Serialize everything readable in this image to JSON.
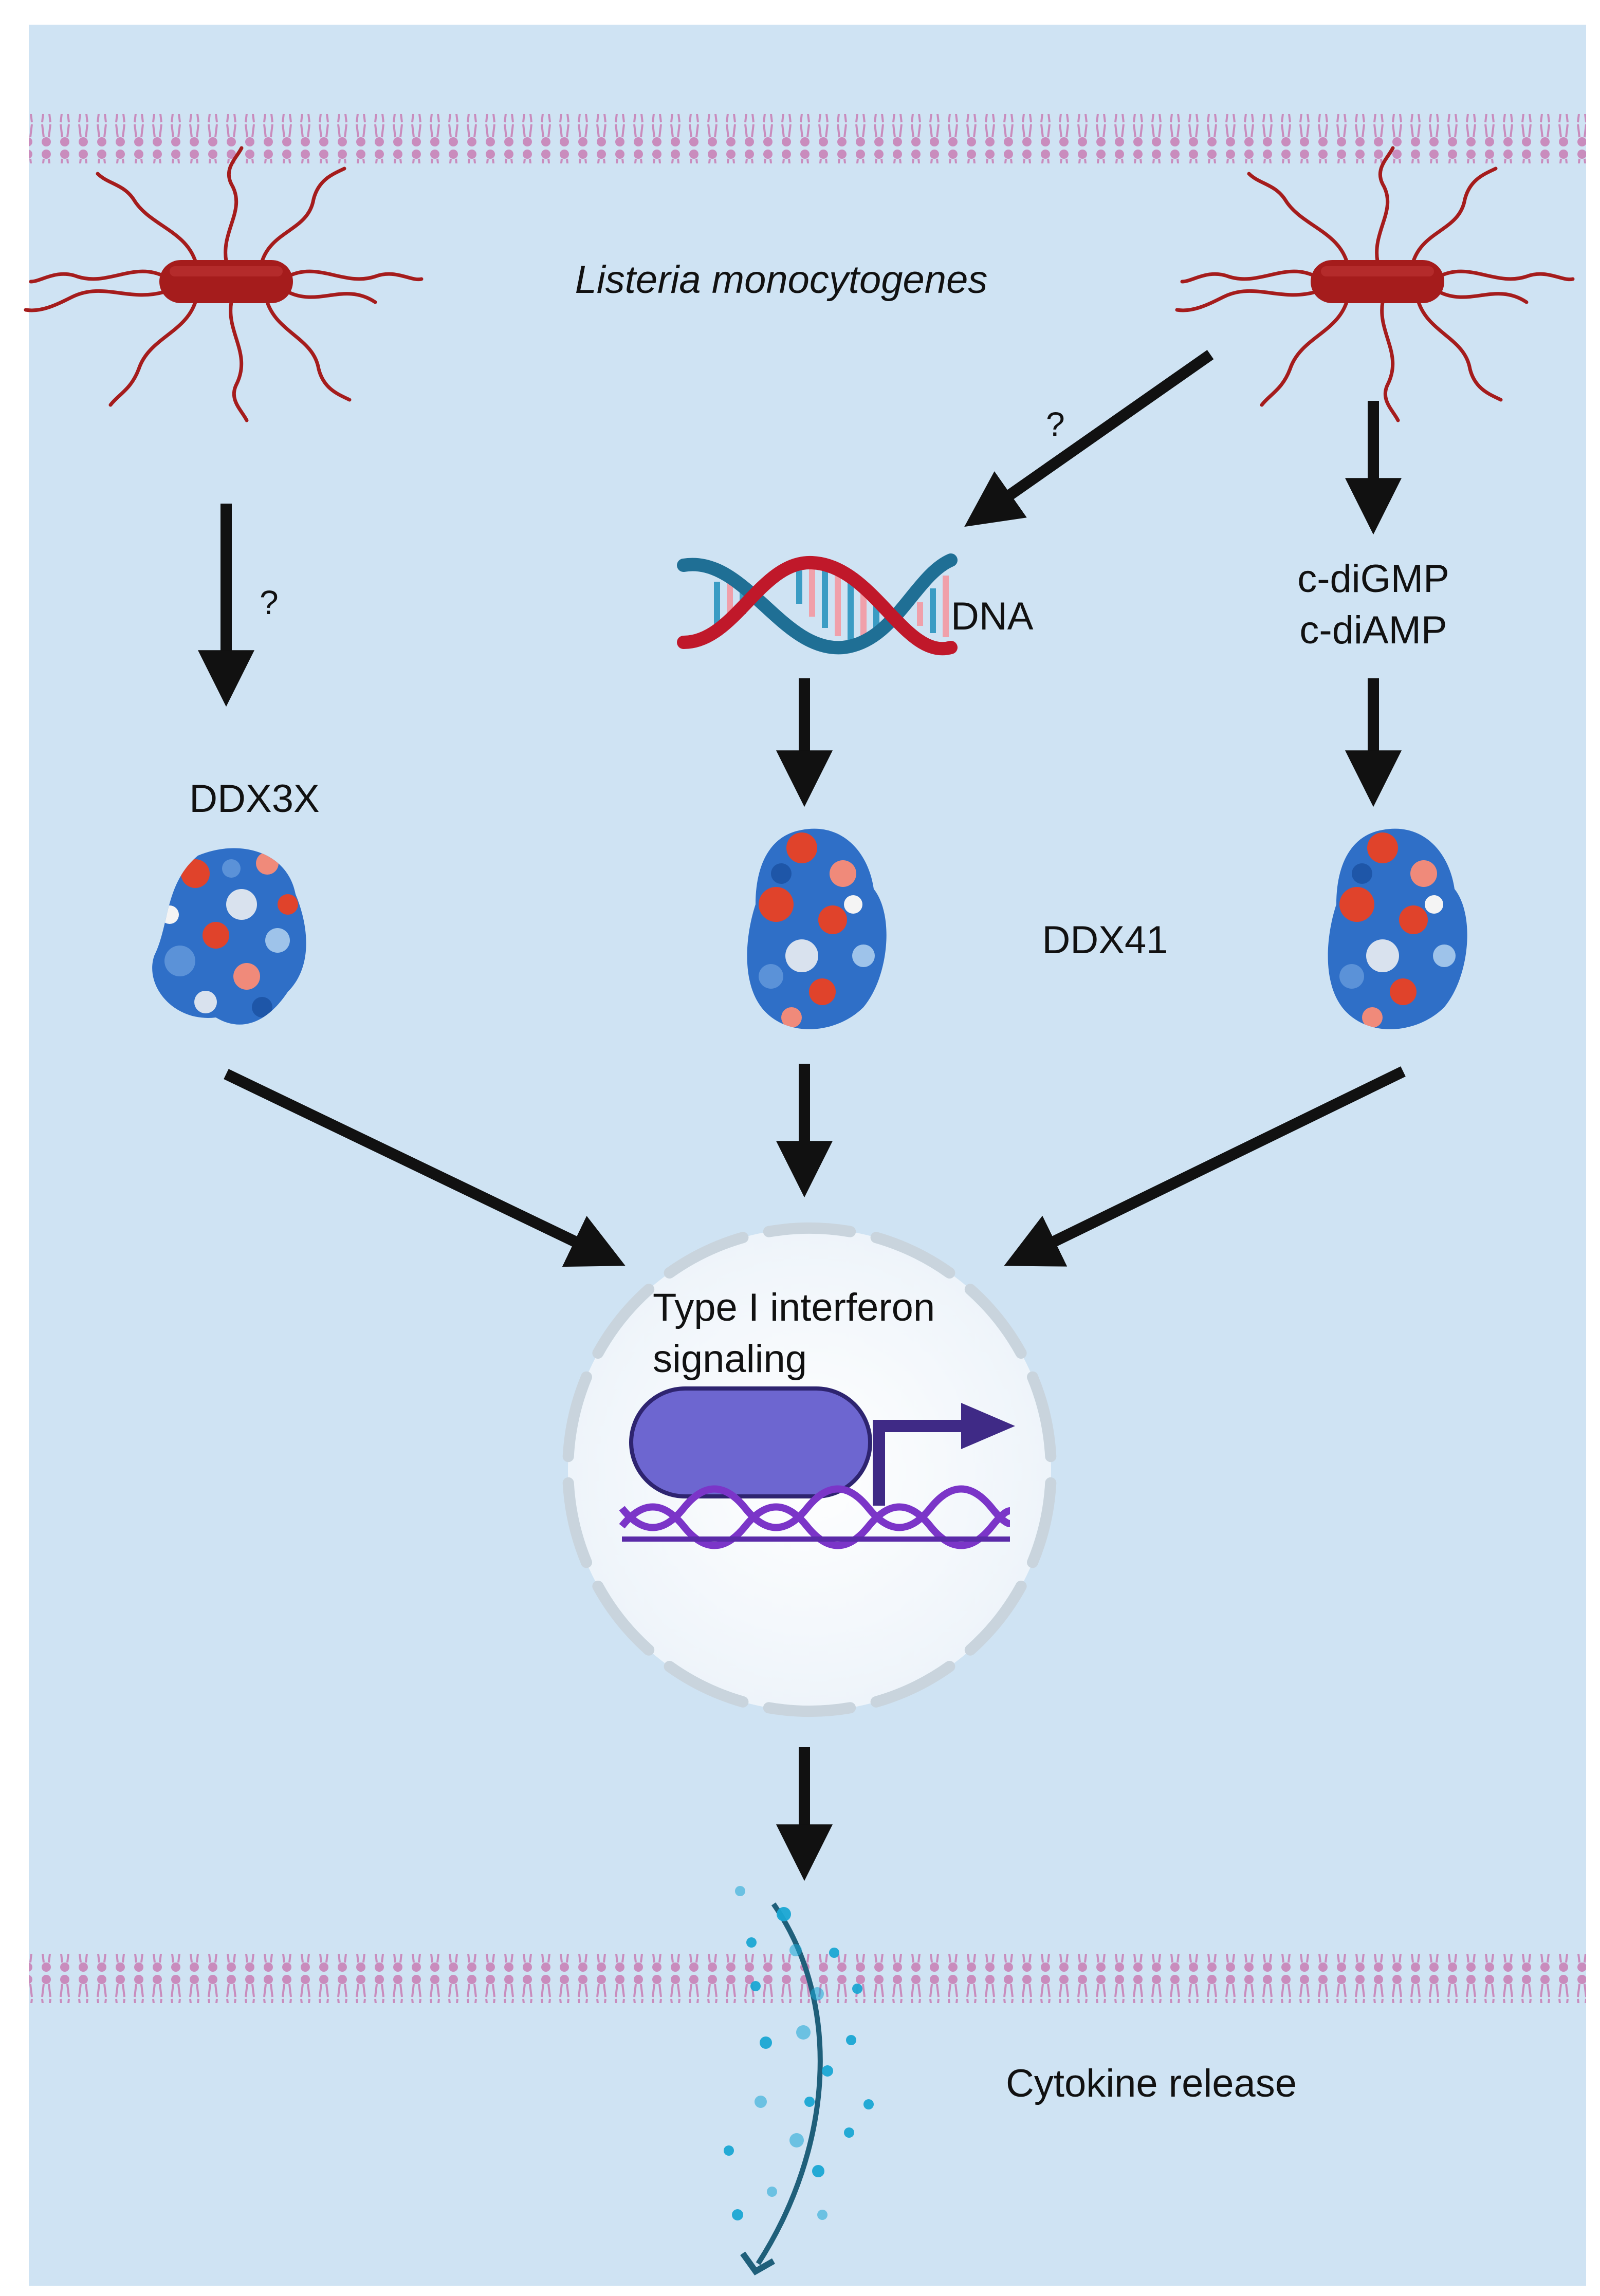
{
  "labels": {
    "bacterium_name": "Listeria monocytogenes",
    "question_left": "?",
    "question_mid": "?",
    "dna": "DNA",
    "cdn_line1": "c-diGMP",
    "cdn_line2": "c-diAMP",
    "ddx3x": "DDX3X",
    "ddx41": "DDX41",
    "nucleus_line1": "Type I interferon",
    "nucleus_line2": "signaling",
    "cytokine": "Cytokine release"
  },
  "colors": {
    "cytoplasm": "#cfe3f3",
    "membrane": "#c98cbd",
    "bacterium": "#a51c1c",
    "arrow": "#111111",
    "nucleus_fill": "#f4f8fc",
    "nucleus_envelope": "#c9d4dd",
    "transcription_factor": "#6d66d0",
    "promoter_arrow": "#3f2a86",
    "dna_purple": "#7b35c8",
    "dna_red": "#c0182a",
    "dna_teal": "#1f6f95",
    "cytokine_dot": "#1aa6d3",
    "protein_blue": "#2f6fc7",
    "protein_red": "#e0432b"
  }
}
